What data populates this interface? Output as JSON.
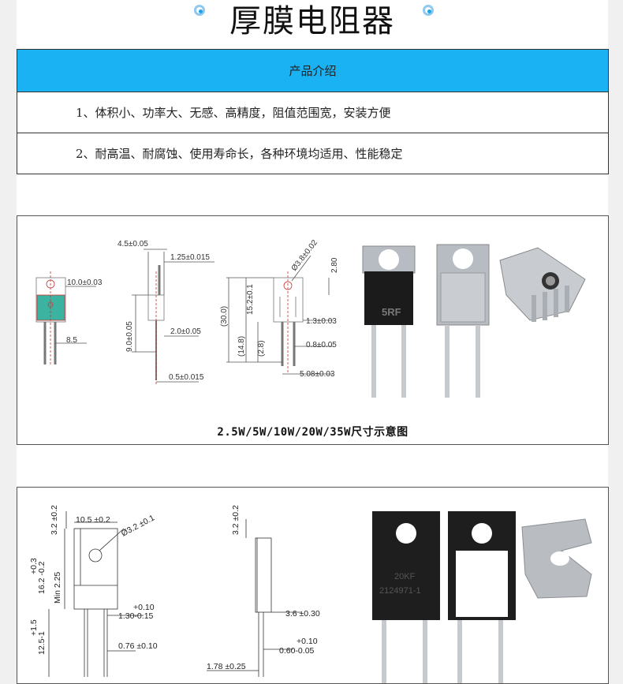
{
  "header": {
    "title": "厚膜电阻器"
  },
  "intro": {
    "heading": "产品介绍",
    "items": [
      "1、体积小、功率大、无感、高精度，阻值范围宽，安装方便",
      "2、耐高温、耐腐蚀、使用寿命长，各种环境均适用、性能稳定"
    ]
  },
  "panel1": {
    "caption": "2.5W/5W/10W/20W/35W尺寸示意图",
    "dims": {
      "d1": "10.0±0.03",
      "d2": "8.5",
      "d3": "4.5±0.05",
      "d4": "1.25±0.015",
      "d5": "9.0±0.05",
      "d6": "2.0±0.05",
      "d7": "0.5±0.015",
      "d8": "Ø3.8±0.02",
      "d9": "2.80",
      "d10": "(30.0)",
      "d11": "15.2±0.1",
      "d12": "(14.8)",
      "d13": "(2.8)",
      "d14": "1.3±0.03",
      "d15": "0.8±0.05",
      "d16": "5.08±0.03"
    },
    "marking": "5RF"
  },
  "panel2": {
    "dims": {
      "a1": "10.5 ±0.2",
      "a2": "Ø3.2 ±0.1",
      "a3": "3.2 ±0.2",
      "a4": "+0.3",
      "a5": "16.2 -0.2",
      "a6": "Min 2.25",
      "a7": "+0.10",
      "a8": "1.30-0.15",
      "a9": "+1.5",
      "a10": "12.5-1",
      "a11": "0.76 ±0.10",
      "b1": "3.2 ±0.2",
      "b2": "3.6 ±0.30",
      "b3": "+0.10",
      "b4": "0.60-0.05",
      "b5": "1.78 ±0.25"
    },
    "marking1": "20KF",
    "marking2": "2124971-1"
  }
}
